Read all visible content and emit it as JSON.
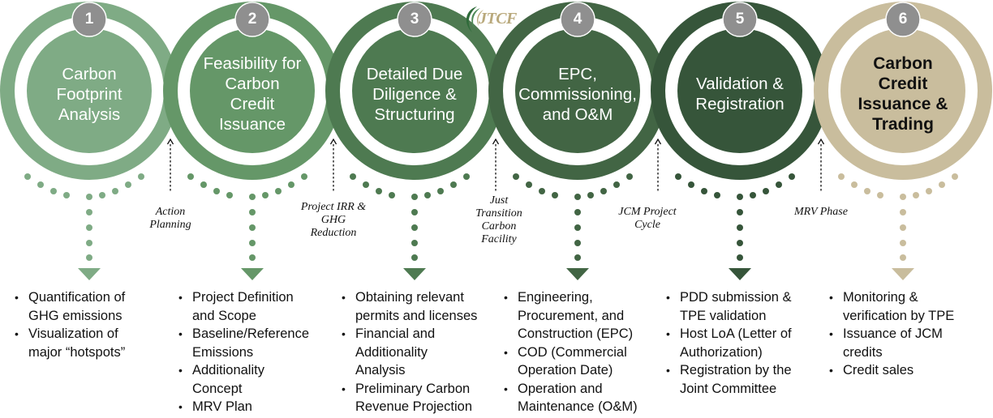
{
  "logo": {
    "text": "JTCF",
    "icon": "swoosh-logo-icon"
  },
  "colors": {
    "step1": "#7fab85",
    "step2": "#659768",
    "step3": "#4e7a51",
    "step4": "#426544",
    "step5": "#36553a",
    "step6": "#c9bd9d",
    "badge": "#8f8f8f",
    "ring_gap": "#ffffff"
  },
  "steps": [
    {
      "number": "1",
      "title_lines": [
        "Carbon",
        "Footprint",
        "Analysis"
      ],
      "bold": false,
      "bullets": [
        [
          "Quantification of",
          "GHG emissions"
        ],
        [
          "Visualization of",
          "major “hotspots”"
        ]
      ]
    },
    {
      "number": "2",
      "title_lines": [
        "Feasibility for",
        "Carbon",
        "Credit",
        "Issuance"
      ],
      "bold": false,
      "bullets": [
        [
          "Project Definition",
          "and Scope"
        ],
        [
          "Baseline/Reference",
          "Emissions"
        ],
        [
          "Additionality",
          "Concept"
        ],
        [
          "MRV Plan"
        ]
      ]
    },
    {
      "number": "3",
      "title_lines": [
        "Detailed Due",
        "Diligence &",
        "Structuring"
      ],
      "bold": false,
      "bullets": [
        [
          "Obtaining relevant",
          "permits and licenses"
        ],
        [
          "Financial and",
          "Additionality",
          "Analysis"
        ],
        [
          "Preliminary Carbon",
          "Revenue Projection"
        ]
      ]
    },
    {
      "number": "4",
      "title_lines": [
        "EPC,",
        "Commissioning,",
        "and O&M"
      ],
      "bold": false,
      "bullets": [
        [
          "Engineering,",
          "Procurement, and",
          "Construction (EPC)"
        ],
        [
          "COD (Commercial",
          "Operation Date)"
        ],
        [
          "Operation and",
          "Maintenance (O&M)"
        ]
      ]
    },
    {
      "number": "5",
      "title_lines": [
        "Validation &",
        "Registration"
      ],
      "bold": false,
      "bullets": [
        [
          "PDD submission &",
          "TPE validation"
        ],
        [
          "Host LoA (Letter of",
          "Authorization)"
        ],
        [
          "Registration by the",
          "Joint Committee"
        ]
      ]
    },
    {
      "number": "6",
      "title_lines": [
        "Carbon",
        "Credit",
        "Issuance &",
        "Trading"
      ],
      "bold": true,
      "bullets": [
        [
          "Monitoring &",
          "verification by TPE"
        ],
        [
          "Issuance of JCM",
          "credits"
        ],
        [
          "Credit sales"
        ]
      ]
    }
  ],
  "connectors": [
    {
      "label_lines": [
        "Action",
        "Planning"
      ]
    },
    {
      "label_lines": [
        "Project IRR &",
        "GHG",
        "Reduction"
      ]
    },
    {
      "label_lines": [
        "Just",
        "Transition",
        "Carbon",
        "Facility"
      ]
    },
    {
      "label_lines": [
        "JCM Project",
        "Cycle"
      ]
    },
    {
      "label_lines": [
        "MRV Phase"
      ]
    }
  ]
}
